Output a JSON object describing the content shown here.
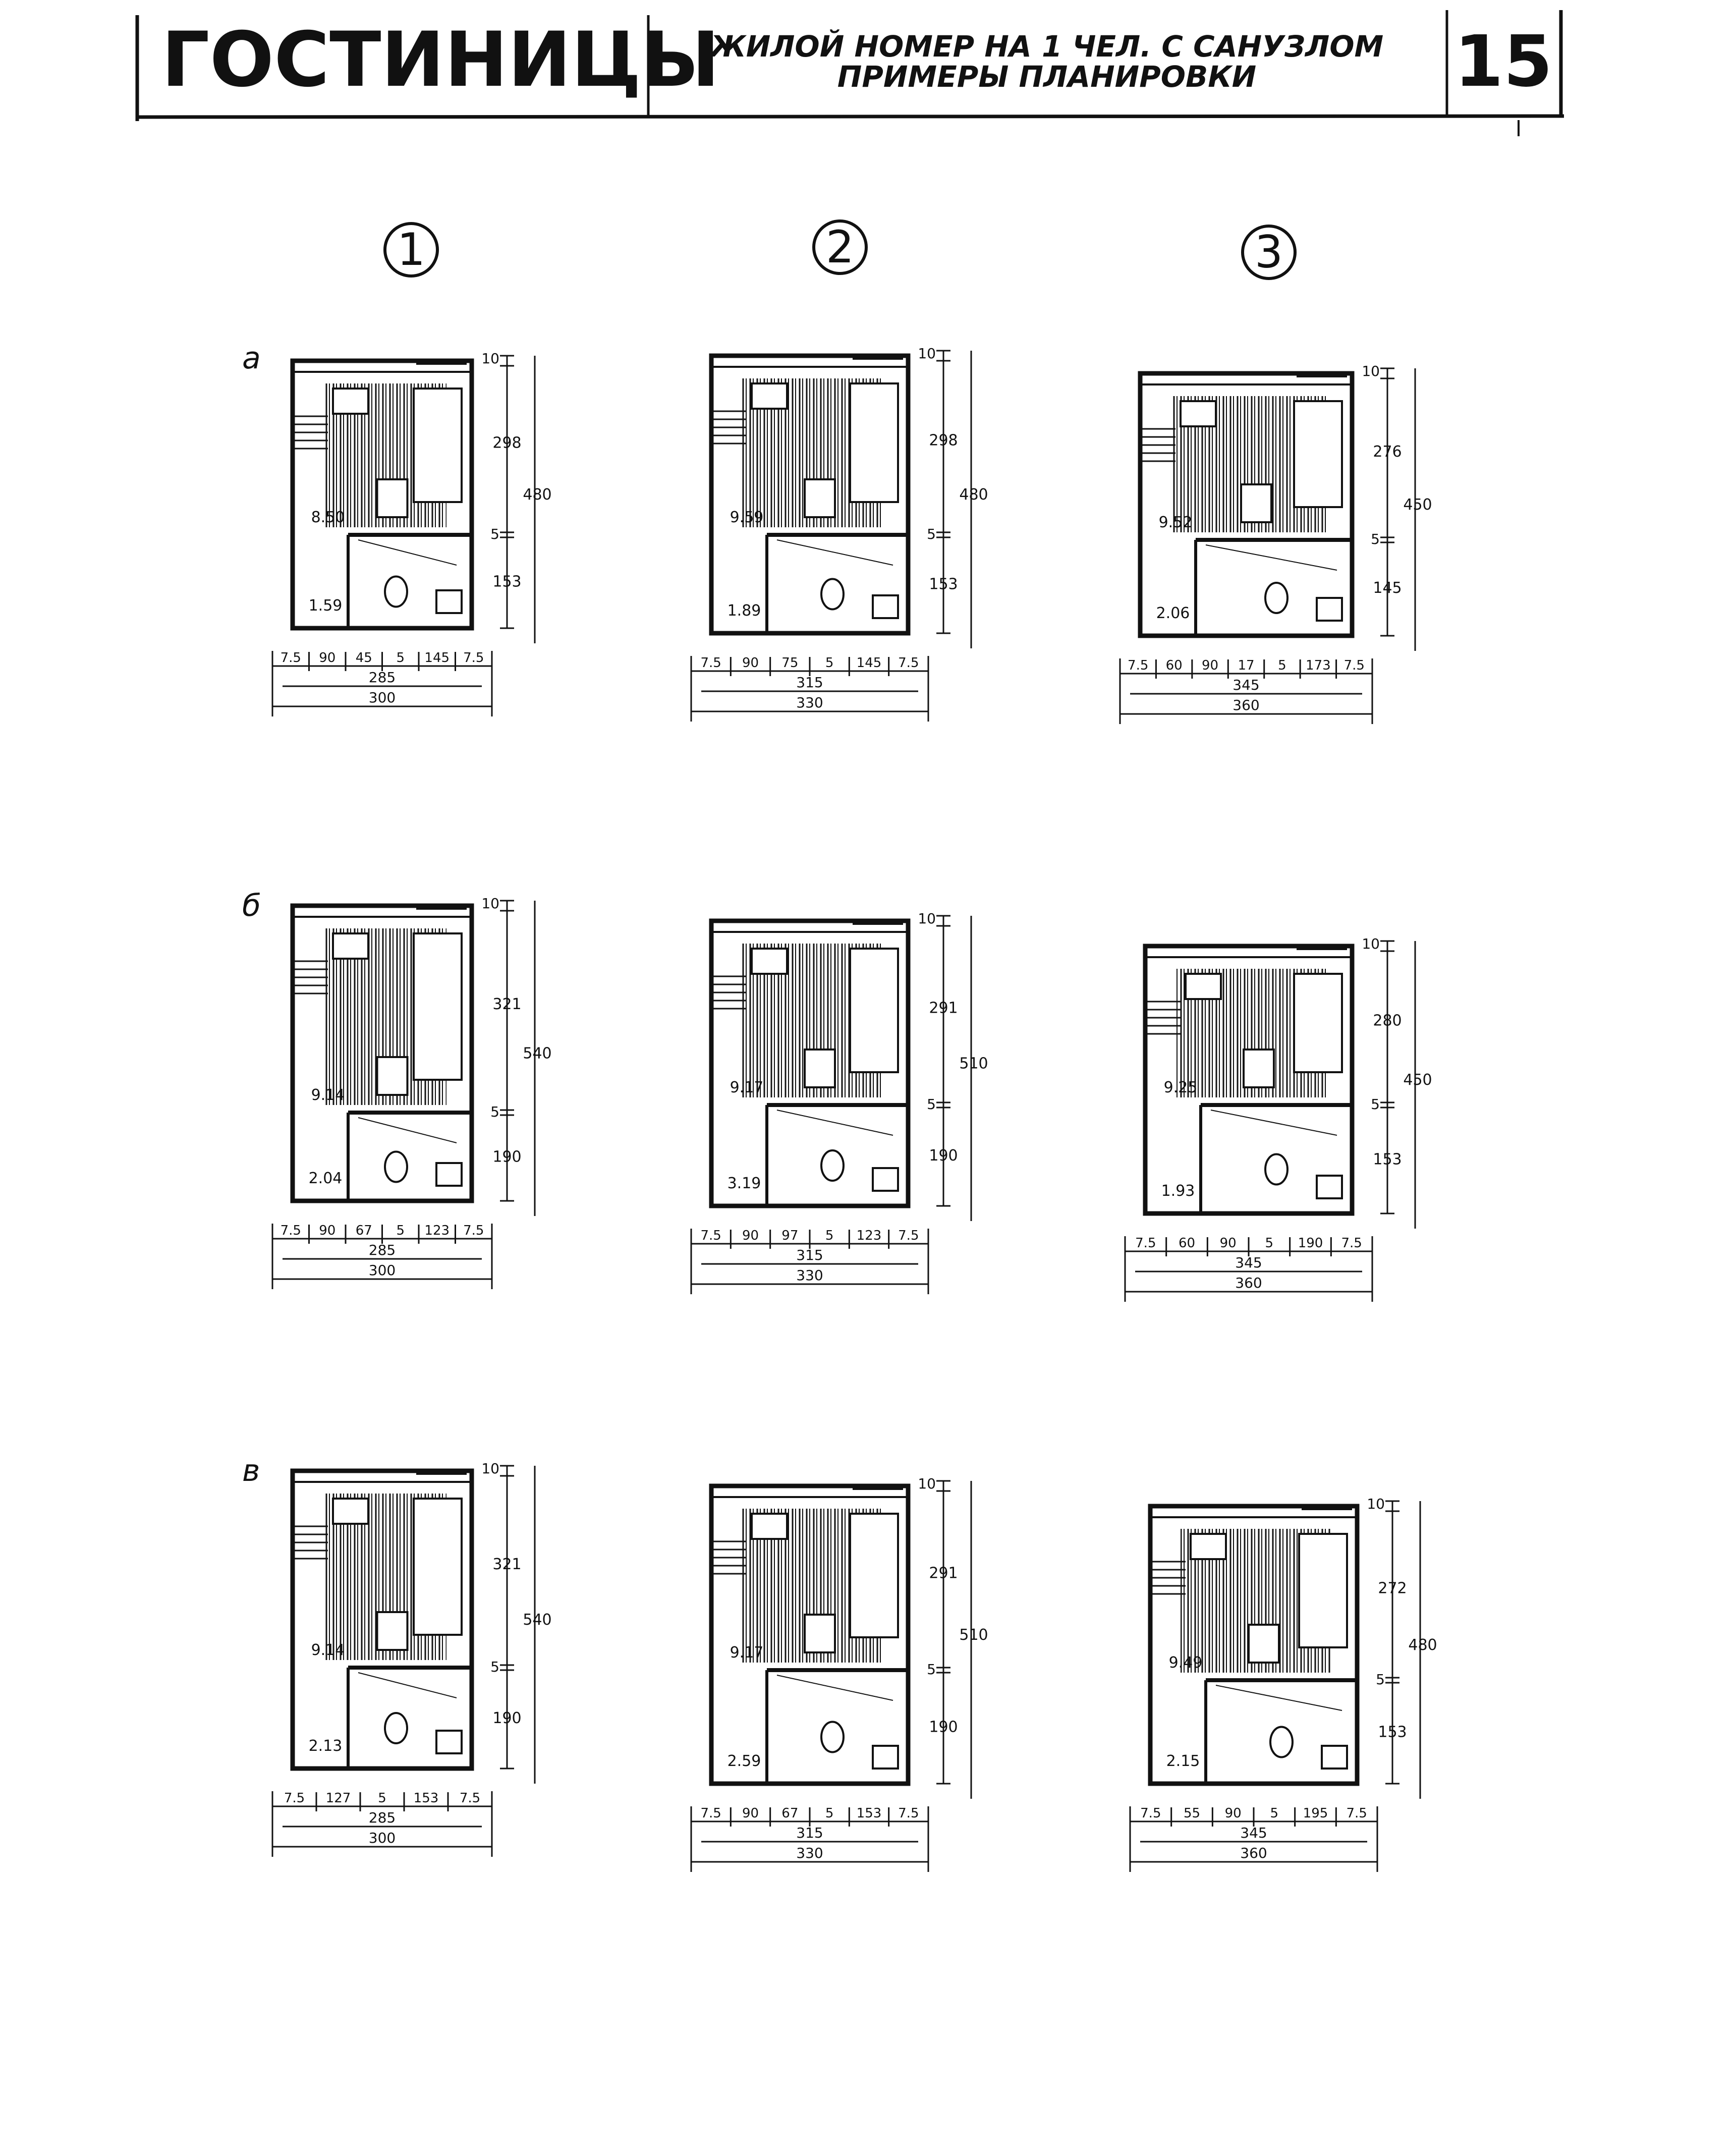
{
  "header": {
    "title": "ГОСТИНИЦЫ",
    "subtitle_line1": "ЖИЛОЙ НОМЕР НА 1 ЧЕЛ. С САНУЗЛОМ",
    "subtitle_line2": "ПРИМЕРЫ ПЛАНИРОВКИ",
    "page_number": "15"
  },
  "columns": [
    {
      "label": "1"
    },
    {
      "label": "2"
    },
    {
      "label": "3"
    }
  ],
  "rows": [
    {
      "label": "а"
    },
    {
      "label": "б"
    },
    {
      "label": "в"
    }
  ],
  "plans": [
    {
      "room_area": "8.50",
      "bath_area": "1.59",
      "right_dims": [
        "10",
        "298",
        "480",
        "5",
        "153"
      ],
      "bottom_row1": [
        "7.5",
        "90",
        "45",
        "5",
        "145",
        "7.5"
      ],
      "bottom_row2": "285",
      "bottom_row3": "300"
    },
    {
      "room_area": "9.59",
      "bath_area": "1.89",
      "right_dims": [
        "10",
        "298",
        "480",
        "5",
        "153"
      ],
      "bottom_row1": [
        "7.5",
        "90",
        "75",
        "5",
        "145",
        "7.5"
      ],
      "bottom_row2": "315",
      "bottom_row3": "330"
    },
    {
      "room_area": "9.52",
      "bath_area": "2.06",
      "right_dims": [
        "10",
        "276",
        "450",
        "5",
        "145"
      ],
      "bottom_row1": [
        "7.5",
        "60",
        "90",
        "17",
        "5",
        "173",
        "7.5"
      ],
      "bottom_row2": "345",
      "bottom_row3": "360"
    },
    {
      "room_area": "9.14",
      "bath_area": "2.04",
      "right_dims": [
        "10",
        "321",
        "540",
        "5",
        "190"
      ],
      "bottom_row1": [
        "7.5",
        "90",
        "67",
        "5",
        "123",
        "7.5"
      ],
      "bottom_row2": "285",
      "bottom_row3": "300"
    },
    {
      "room_area": "9.17",
      "bath_area": "3.19",
      "right_dims": [
        "10",
        "291",
        "510",
        "5",
        "190"
      ],
      "bottom_row1": [
        "7.5",
        "90",
        "97",
        "5",
        "123",
        "7.5"
      ],
      "bottom_row2": "315",
      "bottom_row3": "330"
    },
    {
      "room_area": "9.25",
      "bath_area": "1.93",
      "right_dims": [
        "10",
        "280",
        "450",
        "5",
        "153"
      ],
      "bottom_row1": [
        "7.5",
        "60",
        "90",
        "5",
        "190",
        "7.5"
      ],
      "bottom_row2": "345",
      "bottom_row3": "360"
    },
    {
      "room_area": "9.14",
      "bath_area": "2.13",
      "right_dims": [
        "10",
        "321",
        "540",
        "5",
        "190"
      ],
      "bottom_row1": [
        "7.5",
        "127",
        "5",
        "153",
        "7.5"
      ],
      "bottom_row2": "285",
      "bottom_row3": "300"
    },
    {
      "room_area": "9.17",
      "bath_area": "2.59",
      "right_dims": [
        "10",
        "291",
        "510",
        "5",
        "190"
      ],
      "bottom_row1": [
        "7.5",
        "90",
        "67",
        "5",
        "153",
        "7.5"
      ],
      "bottom_row2": "315",
      "bottom_row3": "330"
    },
    {
      "room_area": "9.49",
      "bath_area": "2.15",
      "right_dims": [
        "10",
        "272",
        "480",
        "5",
        "153"
      ],
      "bottom_row1": [
        "7.5",
        "55",
        "90",
        "5",
        "195",
        "7.5"
      ],
      "bottom_row2": "345",
      "bottom_row3": "360"
    }
  ]
}
